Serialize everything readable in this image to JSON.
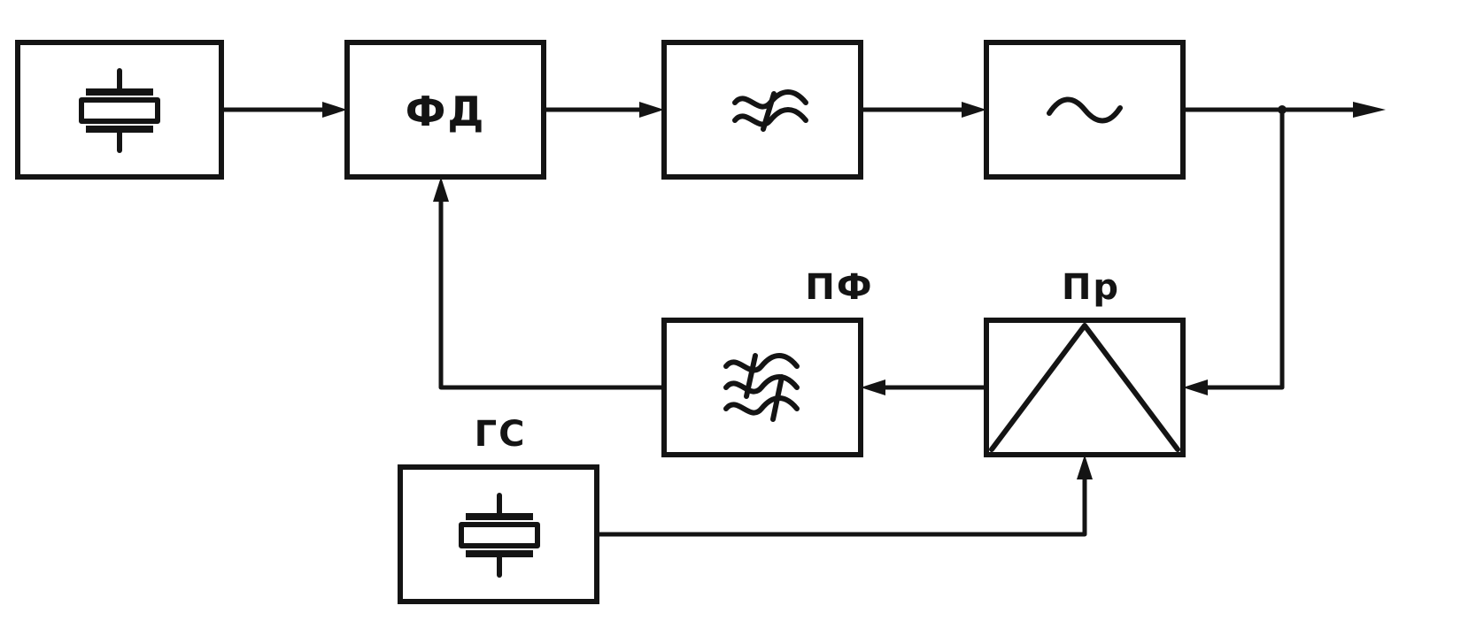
{
  "diagram": {
    "blocks": {
      "ref_oscillator": {
        "label": ""
      },
      "phase_detector": {
        "label": "ФД"
      },
      "loop_filter": {
        "label": ""
      },
      "vco": {
        "label": ""
      },
      "bandpass_filter": {
        "label": "ПФ"
      },
      "converter": {
        "label": "Пр"
      },
      "signal_generator": {
        "label": "ГС"
      }
    }
  },
  "colors": {
    "ink": "#141414",
    "paper": "#ffffff"
  },
  "icons": {
    "ref_oscillator": "quartz-crystal-icon",
    "loop_filter": "lowpass-filter-icon",
    "vco": "sine-wave-icon",
    "bandpass_filter": "bandpass-filter-icon",
    "converter": "triangle-mixer-icon",
    "signal_generator": "quartz-crystal-icon"
  }
}
